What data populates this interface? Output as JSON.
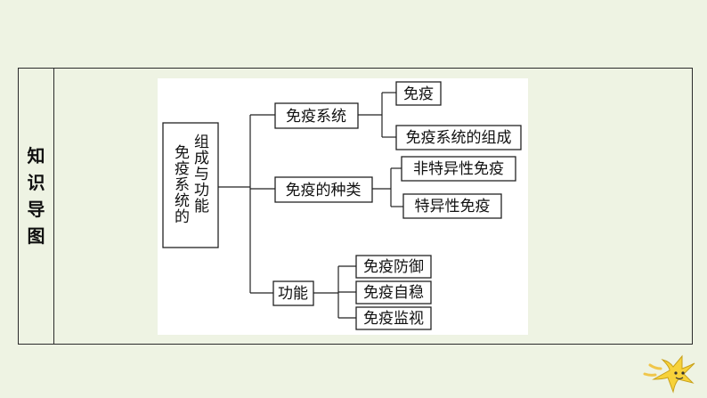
{
  "side_title_chars": [
    "知",
    "识",
    "导",
    "图"
  ],
  "root": {
    "col1": "组成与功能",
    "col2": "免疫系统的"
  },
  "branches": [
    {
      "label": "免疫系统",
      "children": [
        "免疫",
        "免疫系统的组成"
      ]
    },
    {
      "label": "免疫的种类",
      "children": [
        "非特异性免疫",
        "特异性免疫"
      ]
    },
    {
      "label": "功能",
      "children": [
        "免疫防御",
        "免疫自稳",
        "免疫监视"
      ]
    }
  ],
  "colors": {
    "background": "#eef3e3",
    "panel": "#ffffff",
    "line": "#222222",
    "star": "#f7d23a"
  }
}
